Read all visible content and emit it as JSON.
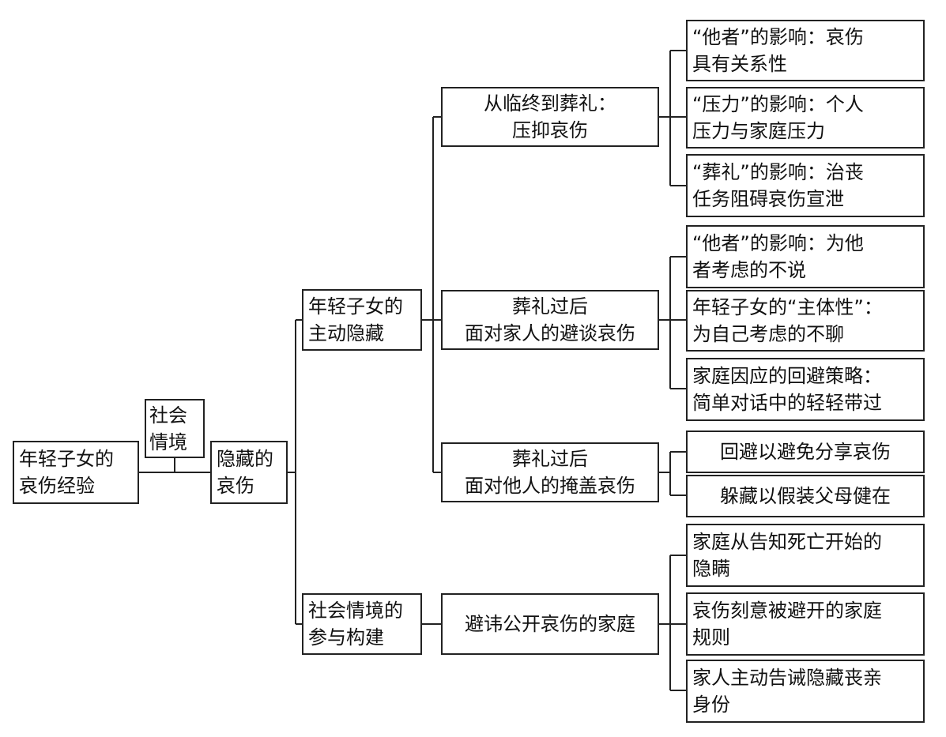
{
  "diagram": {
    "root": {
      "line1": "年轻子女的",
      "line2": "哀伤经验"
    },
    "context_label": {
      "line1": "社会",
      "line2": "情境"
    },
    "core": {
      "line1": "隐藏的",
      "line2": "哀伤"
    },
    "branch_active": {
      "line1": "年轻子女的",
      "line2": "主动隐藏"
    },
    "branch_social": {
      "line1": "社会情境的",
      "line2": "参与构建"
    },
    "sub_funeral": {
      "line1": "从临终到葬礼：",
      "line2": "压抑哀伤"
    },
    "sub_family": {
      "line1": "葬礼过后",
      "line2": "面对家人的避谈哀伤"
    },
    "sub_others": {
      "line1": "葬礼过后",
      "line2": "面对他人的掩盖哀伤"
    },
    "sub_taboo": {
      "line1": "避讳公开哀伤的家庭"
    },
    "leaves": {
      "l1": {
        "line1": "“他者”的影响：哀伤",
        "line2": "具有关系性"
      },
      "l2": {
        "line1": "“压力”的影响：个人",
        "line2": "压力与家庭压力"
      },
      "l3": {
        "line1": "“葬礼”的影响：治丧",
        "line2": "任务阻碍哀伤宣泄"
      },
      "l4": {
        "line1": "“他者”的影响：为他",
        "line2": "者考虑的不说"
      },
      "l5": {
        "line1": "年轻子女的“主体性”：",
        "line2": "为自己考虑的不聊"
      },
      "l6": {
        "line1": "家庭因应的回避策略：",
        "line2": "简单对话中的轻轻带过"
      },
      "l7": {
        "line1": "回避以避免分享哀伤"
      },
      "l8": {
        "line1": "躲藏以假装父母健在"
      },
      "l9": {
        "line1": "家庭从告知死亡开始的",
        "line2": "隐瞒"
      },
      "l10": {
        "line1": "哀伤刻意被避开的家庭",
        "line2": "规则"
      },
      "l11": {
        "line1": "家人主动告诫隐藏丧亲",
        "line2": "身份"
      }
    }
  }
}
